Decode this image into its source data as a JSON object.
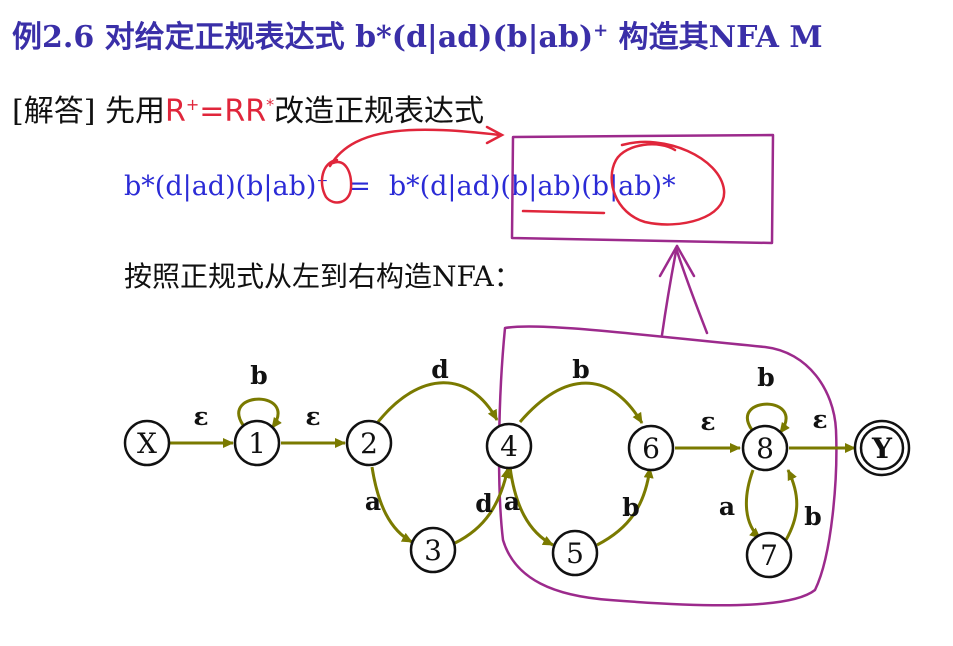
{
  "title": {
    "prefix": "例2.6  对给定正规表达式 b*(d|ad)(b|ab)",
    "sup": "+",
    "suffix": " 构造其NFA M"
  },
  "answer": {
    "bracket": "[解答]",
    "text1": " 先用",
    "red_main": "R",
    "red_sup1": "+",
    "red_mid": "=RR",
    "red_sup2": "*",
    "text2": "改造正规表达式"
  },
  "formula": {
    "lhs": "b*(d|ad)(b|ab)",
    "lhs_sup": "+",
    "eq": "=",
    "rhs": "b*(d|ad)(b|ab)(b|ab)*"
  },
  "construct_text": "按照正规式从左到右构造NFA：",
  "nfa": {
    "states": [
      "X",
      "1",
      "2",
      "3",
      "4",
      "5",
      "6",
      "7",
      "8",
      "Y"
    ],
    "edges": [
      {
        "from": "X",
        "to": "1",
        "label": "ε"
      },
      {
        "from": "1",
        "to": "1",
        "label": "b"
      },
      {
        "from": "1",
        "to": "2",
        "label": "ε"
      },
      {
        "from": "2",
        "to": "4",
        "label": "d"
      },
      {
        "from": "2",
        "to": "3",
        "label": "a"
      },
      {
        "from": "3",
        "to": "4",
        "label": "d"
      },
      {
        "from": "4",
        "to": "6",
        "label": "b"
      },
      {
        "from": "4",
        "to": "5",
        "label": "a"
      },
      {
        "from": "5",
        "to": "6",
        "label": "b"
      },
      {
        "from": "6",
        "to": "8",
        "label": "ε"
      },
      {
        "from": "8",
        "to": "8",
        "label": "b"
      },
      {
        "from": "8",
        "to": "7",
        "label": "a"
      },
      {
        "from": "7",
        "to": "8",
        "label": "b"
      },
      {
        "from": "8",
        "to": "Y",
        "label": "ε"
      }
    ],
    "final_state": "Y",
    "colors": {
      "edge": "#7a7a00",
      "text": "#111111"
    }
  },
  "annotations": {
    "red_ink": "#e0263b",
    "purple_ink": "#9c2a8c"
  }
}
